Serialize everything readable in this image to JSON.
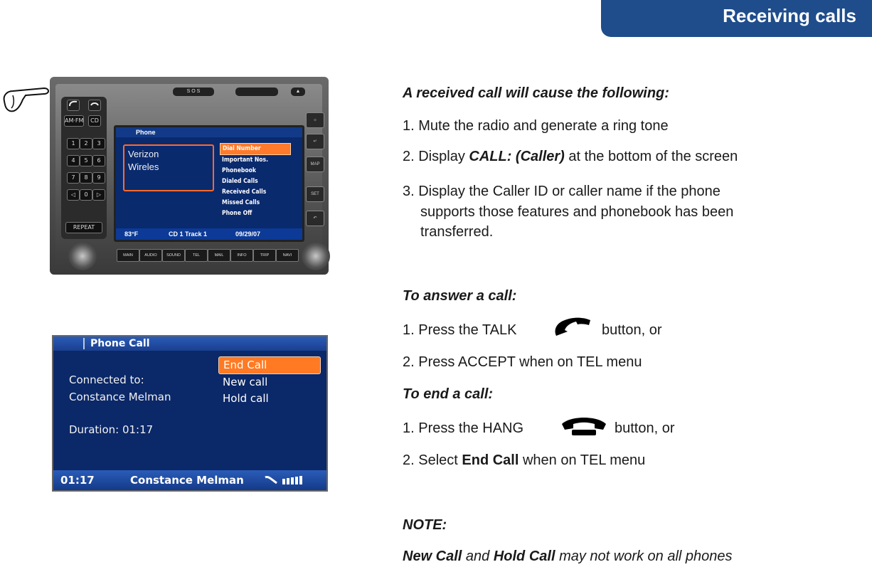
{
  "header": {
    "title": "Receiving calls"
  },
  "radio_unit": {
    "top_buttons": [
      "S O S"
    ],
    "keypad": {
      "am_fm": "AM·FM",
      "cd": "CD",
      "keys": [
        "1",
        "2",
        "3",
        "4",
        "5",
        "6",
        "7",
        "8",
        "9",
        "0"
      ],
      "repeat": "REPEAT"
    },
    "screen": {
      "title": "Phone",
      "carrier_line1": "Verizon",
      "carrier_line2": "Wireles",
      "menu": [
        "Dial Number",
        "Important Nos.",
        "Phonebook",
        "Dialed Calls",
        "Received Calls",
        "Missed Calls",
        "Phone Off"
      ],
      "temperature": "83°F",
      "source": "CD 1 Track 1",
      "date": "09/29/07"
    },
    "softkeys": [
      "MAIN",
      "AUDIO",
      "SOUND",
      "TEL",
      "MAIL",
      "INFO",
      "TRIP",
      "NAVI"
    ],
    "sidekeys": [
      "MAP",
      "SET"
    ]
  },
  "call_screen": {
    "title": "Phone Call",
    "connected_label": "Connected to:",
    "connected_name": "Constance Melman",
    "duration": "Duration: 01:17",
    "menu": [
      "End Call",
      "New call",
      "Hold call"
    ],
    "bottom_time": "01:17",
    "bottom_name": "Constance Melman"
  },
  "content": {
    "received_heading": "A received call will cause the following:",
    "step1": "1.  Mute the radio and generate a ring tone",
    "step2_prefix": "2. Display ",
    "step2_bold": "CALL: (Caller)",
    "step2_suffix": " at the bottom of the screen",
    "step3_line1": "3. Display the Caller ID or caller name if the phone",
    "step3_line2": "supports those features and phonebook has been",
    "step3_line3": "transferred.",
    "answer_heading": "To answer a call:",
    "answer1_prefix": "1. Press the TALK",
    "answer1_suffix": "button, or",
    "answer2": "2. Press ACCEPT when on TEL menu",
    "end_heading": "To end a call:",
    "end1_prefix": "1. Press the HANG",
    "end1_suffix": "button, or",
    "end2_prefix": "2. Select ",
    "end2_bold": "End Call",
    "end2_suffix": " when on TEL menu",
    "note_heading": "NOTE:",
    "note_bold1": "New Call",
    "note_mid": " and ",
    "note_bold2": "Hold Call",
    "note_suffix": " may not work on all phones"
  },
  "colors": {
    "header_bg": "#1f4d8c",
    "highlight": "#ff7a22",
    "screen_bg": "#0b2868"
  },
  "icons": {
    "pointer": "pointing-hand-icon",
    "talk": "phone-talk-icon",
    "hang": "phone-hang-icon"
  }
}
